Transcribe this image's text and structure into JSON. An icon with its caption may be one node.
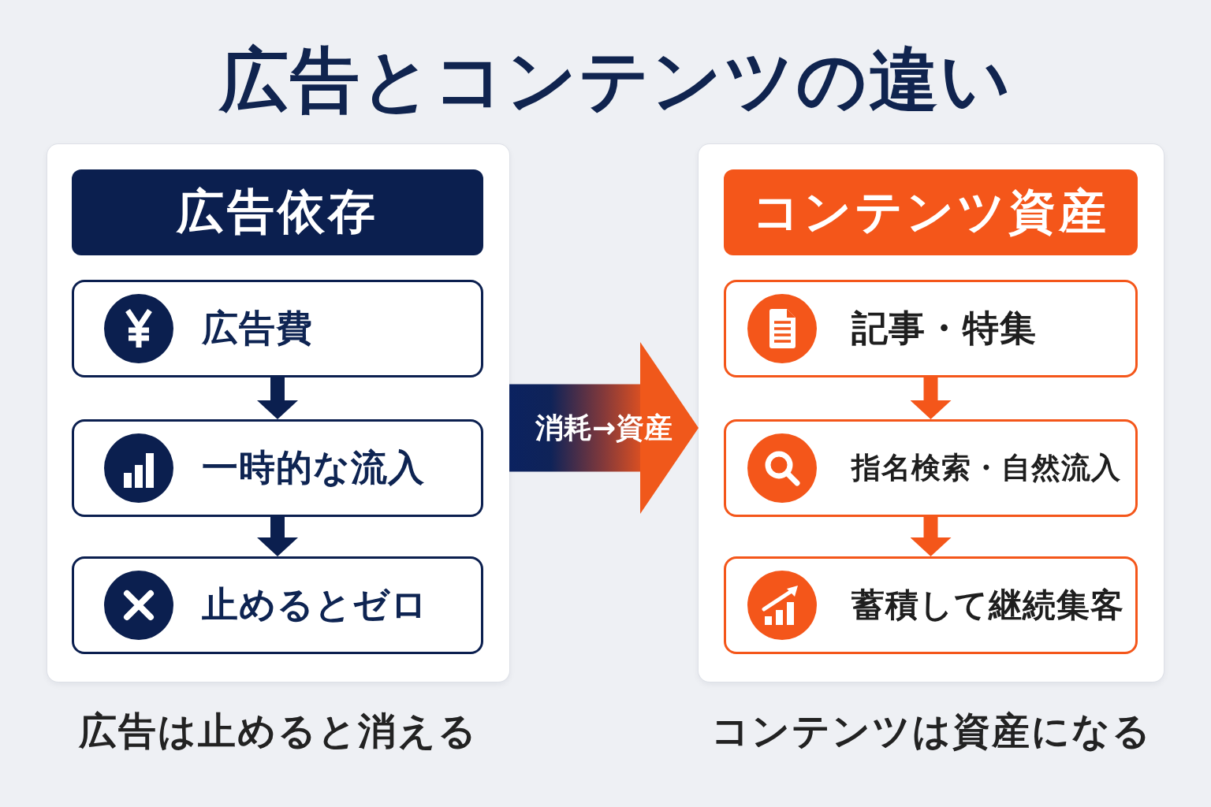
{
  "diagram": {
    "title": "広告とコンテンツの違い",
    "nodes": [
      {
        "text": [],
        "shape": "box",
        "beside": [
          "広告は止めると消える"
        ]
      },
      {
        "text": [
          "広告依存"
        ],
        "in": 0
      },
      {
        "text": [
          "広告費"
        ],
        "in": 0
      },
      {
        "text": [
          "一時的な流入"
        ],
        "in": 0
      },
      {
        "text": [
          "止めるとゼロ"
        ],
        "in": 0
      },
      {
        "text": [],
        "shape": "box",
        "beside": [
          "コンテンツは資産になる"
        ]
      },
      {
        "text": [
          "コンテンツ資産"
        ],
        "in": 5
      },
      {
        "text": [
          "記事・特集"
        ],
        "in": 5
      },
      {
        "text": [
          "指名検索・自然流入"
        ],
        "in": 5
      },
      {
        "text": [
          "蓄積して継続集客"
        ],
        "in": 5
      }
    ],
    "edges": [
      {
        "from": 2,
        "to": 3,
        "arrow": "to"
      },
      {
        "from": 3,
        "to": 4,
        "arrow": "to"
      },
      {
        "from": 7,
        "to": 8,
        "arrow": "to",
        "color": "#f4561a"
      },
      {
        "from": 8,
        "to": 9,
        "arrow": "to",
        "color": "#f4561a"
      },
      {
        "from": 0,
        "to": 5,
        "arrow": "to",
        "label": "消耗→資産",
        "style": "thick"
      }
    ]
  }
}
